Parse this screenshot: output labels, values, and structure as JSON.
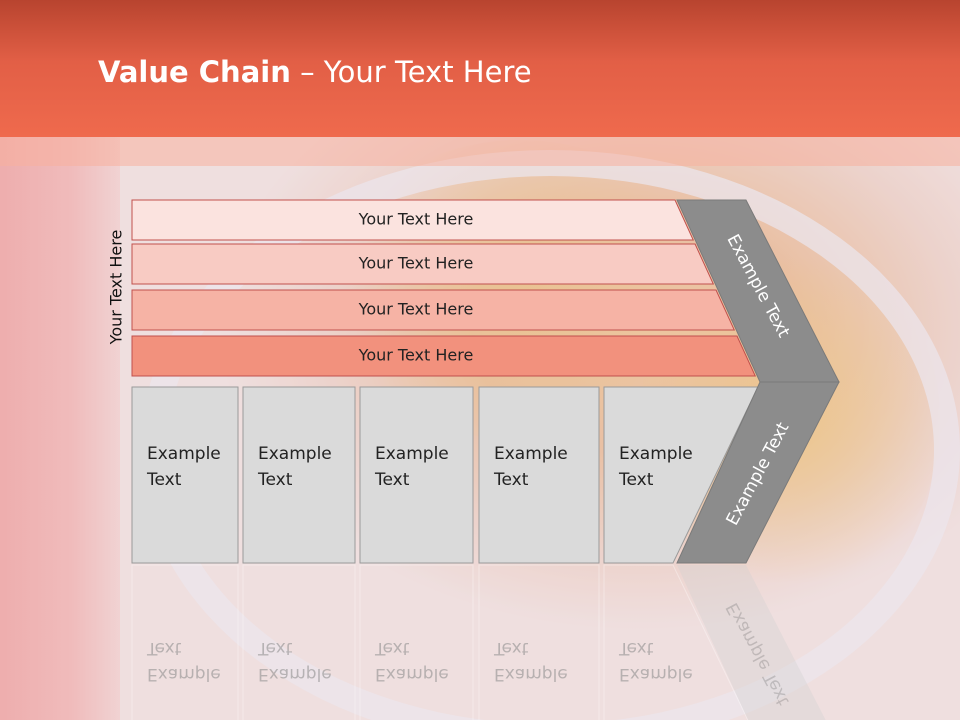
{
  "slide": {
    "title_bold": "Value Chain",
    "title_rest": " – Your Text Here",
    "side_label": "Your Text Here"
  },
  "support_rows": [
    {
      "label": "Your Text Here",
      "color": "#fbe3df"
    },
    {
      "label": "Your Text Here",
      "color": "#f8cbc3"
    },
    {
      "label": "Your Text Here",
      "color": "#f6b3a5"
    },
    {
      "label": "Your Text Here",
      "color": "#f2917d"
    }
  ],
  "primary_boxes": [
    {
      "line1": "Example",
      "line2": "Text"
    },
    {
      "line1": "Example",
      "line2": "Text"
    },
    {
      "line1": "Example",
      "line2": "Text"
    },
    {
      "line1": "Example",
      "line2": "Text"
    },
    {
      "line1": "Example",
      "line2": "Text"
    }
  ],
  "chevron": {
    "upper_label": "Example Text",
    "lower_label": "Example Text",
    "color": "#8c8c8c"
  },
  "colors": {
    "box_fill": "#dadada",
    "box_stroke": "#9a9a9a",
    "row_stroke": "#c0504d"
  }
}
